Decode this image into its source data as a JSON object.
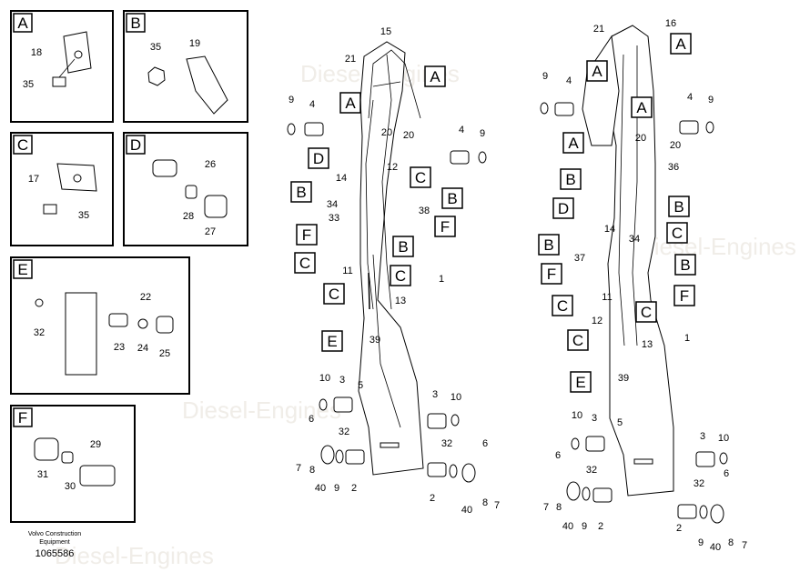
{
  "insets": [
    {
      "letter": "A",
      "parts": [
        "18",
        "35"
      ]
    },
    {
      "letter": "B",
      "parts": [
        "35",
        "19"
      ]
    },
    {
      "letter": "C",
      "parts": [
        "17",
        "35"
      ]
    },
    {
      "letter": "D",
      "parts": [
        "26",
        "28",
        "27"
      ]
    },
    {
      "letter": "E",
      "parts": [
        "22",
        "32",
        "23",
        "24",
        "25"
      ]
    },
    {
      "letter": "F",
      "parts": [
        "29",
        "31",
        "30"
      ]
    }
  ],
  "left_diagram": {
    "callouts": [
      "A",
      "A",
      "D",
      "C",
      "B",
      "B",
      "F",
      "F",
      "B",
      "C",
      "C",
      "C",
      "E"
    ],
    "numbers": [
      "15",
      "21",
      "9",
      "4",
      "20",
      "20",
      "4",
      "9",
      "12",
      "14",
      "34",
      "38",
      "33",
      "11",
      "1",
      "13",
      "39",
      "10",
      "3",
      "5",
      "3",
      "10",
      "6",
      "32",
      "32",
      "6",
      "7",
      "8",
      "40",
      "9",
      "2",
      "2",
      "40",
      "8",
      "7"
    ]
  },
  "right_diagram": {
    "callouts": [
      "A",
      "A",
      "A",
      "A",
      "B",
      "D",
      "B",
      "C",
      "B",
      "B",
      "F",
      "F",
      "C",
      "C",
      "C",
      "E"
    ],
    "numbers": [
      "21",
      "16",
      "9",
      "4",
      "4",
      "9",
      "20",
      "20",
      "36",
      "14",
      "34",
      "37",
      "11",
      "12",
      "13",
      "1",
      "39",
      "10",
      "3",
      "5",
      "6",
      "3",
      "10",
      "32",
      "32",
      "6",
      "7",
      "8",
      "40",
      "9",
      "2",
      "2",
      "9",
      "40",
      "8",
      "7"
    ]
  },
  "footer": {
    "company_line1": "Volvo Construction",
    "company_line2": "Equipment",
    "drawing_number": "1065586"
  }
}
